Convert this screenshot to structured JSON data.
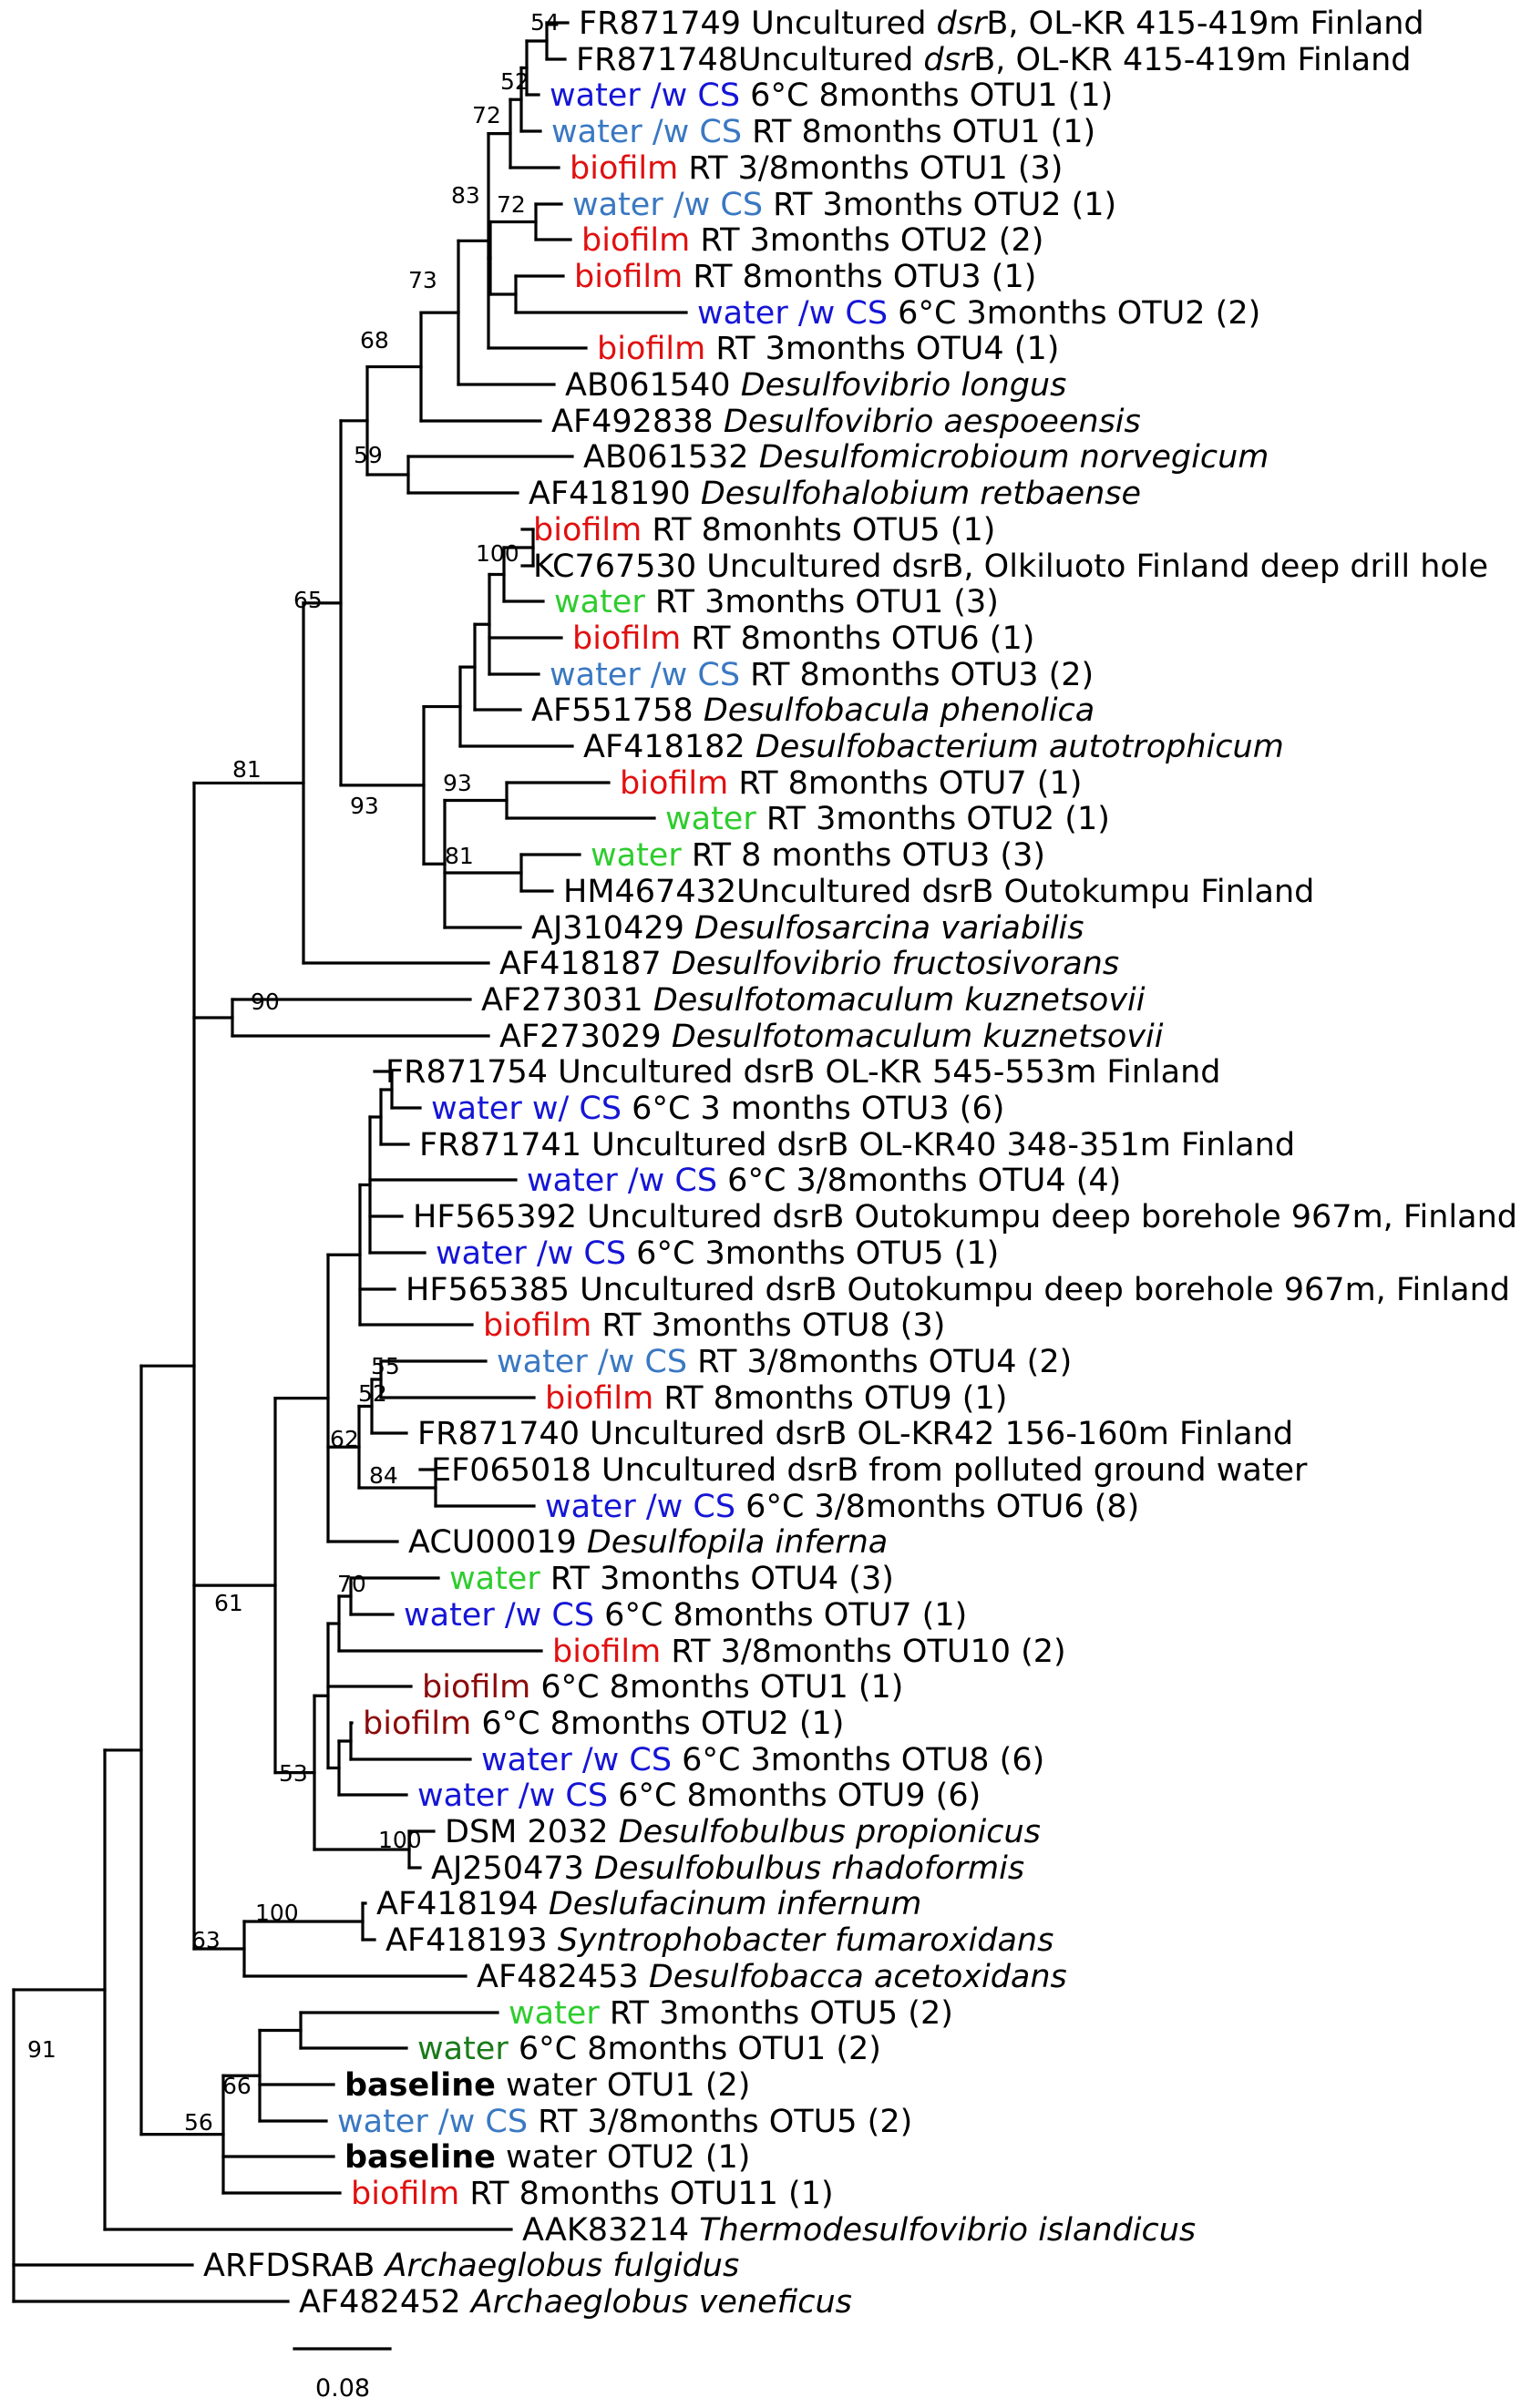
{
  "tree": {
    "colors": {
      "water": "#2ecc2e",
      "water_6C": "#1a7a1a",
      "water_cs": "#1515d6",
      "water_cs_light": "#3a78c2",
      "biofilm": "#e01010",
      "biofilm_6C": "#8b0a0a",
      "black": "#000000"
    },
    "leaves": [
      {
        "id": "L1",
        "parts": [
          {
            "t": "FR871749 Uncultured "
          },
          {
            "t": "dsr",
            "s": "italic"
          },
          {
            "t": "B, OL-KR 415-419m Finland"
          }
        ]
      },
      {
        "id": "L2",
        "parts": [
          {
            "t": "FR871748Uncultured "
          },
          {
            "t": "dsr",
            "s": "italic"
          },
          {
            "t": "B, OL-KR 415-419m Finland"
          }
        ]
      },
      {
        "id": "L3",
        "parts": [
          {
            "t": "water /w CS",
            "c": "water_cs"
          },
          {
            "t": " 6°C 8months OTU1 (1)"
          }
        ]
      },
      {
        "id": "L4",
        "parts": [
          {
            "t": "water /w CS",
            "c": "water_cs_light"
          },
          {
            "t": " RT 8months OTU1 (1)"
          }
        ]
      },
      {
        "id": "L5",
        "parts": [
          {
            "t": "biofilm",
            "c": "biofilm"
          },
          {
            "t": " RT 3/8months OTU1 (3)"
          }
        ]
      },
      {
        "id": "L6",
        "parts": [
          {
            "t": "water /w CS",
            "c": "water_cs_light"
          },
          {
            "t": " RT 3months OTU2 (1)"
          }
        ]
      },
      {
        "id": "L7",
        "parts": [
          {
            "t": "biofilm",
            "c": "biofilm"
          },
          {
            "t": " RT 3months OTU2 (2)"
          }
        ]
      },
      {
        "id": "L8",
        "parts": [
          {
            "t": "biofilm",
            "c": "biofilm"
          },
          {
            "t": " RT 8months OTU3 (1)"
          }
        ]
      },
      {
        "id": "L9",
        "parts": [
          {
            "t": "water /w CS",
            "c": "water_cs"
          },
          {
            "t": " 6°C 3months OTU2 (2)"
          }
        ]
      },
      {
        "id": "L10",
        "parts": [
          {
            "t": "biofilm",
            "c": "biofilm"
          },
          {
            "t": " RT 3months OTU4 (1)"
          }
        ]
      },
      {
        "id": "L11",
        "parts": [
          {
            "t": "AB061540 "
          },
          {
            "t": "Desulfovibrio longus",
            "s": "italic"
          }
        ]
      },
      {
        "id": "L12",
        "parts": [
          {
            "t": "AF492838 "
          },
          {
            "t": "Desulfovibrio aespoeensis",
            "s": "italic"
          }
        ]
      },
      {
        "id": "L13",
        "parts": [
          {
            "t": "AB061532 "
          },
          {
            "t": "Desulfomicrobioum norvegicum",
            "s": "italic"
          }
        ]
      },
      {
        "id": "L14",
        "parts": [
          {
            "t": "AF418190 "
          },
          {
            "t": "Desulfohalobium retbaense",
            "s": "italic"
          }
        ]
      },
      {
        "id": "L15",
        "parts": [
          {
            "t": "biofilm",
            "c": "biofilm"
          },
          {
            "t": " RT 8monhts OTU5 (1)"
          }
        ]
      },
      {
        "id": "L16",
        "parts": [
          {
            "t": "KC767530 Uncultured dsrB, Olkiluoto Finland deep drill hole"
          }
        ]
      },
      {
        "id": "L17",
        "parts": [
          {
            "t": "water",
            "c": "water"
          },
          {
            "t": " RT 3months OTU1 (3)"
          }
        ]
      },
      {
        "id": "L18",
        "parts": [
          {
            "t": "biofilm",
            "c": "biofilm"
          },
          {
            "t": " RT 8months OTU6 (1)"
          }
        ]
      },
      {
        "id": "L19",
        "parts": [
          {
            "t": "water /w CS",
            "c": "water_cs_light"
          },
          {
            "t": " RT 8months OTU3 (2)"
          }
        ]
      },
      {
        "id": "L20",
        "parts": [
          {
            "t": "AF551758 "
          },
          {
            "t": "Desulfobacula phenolica",
            "s": "italic"
          }
        ]
      },
      {
        "id": "L21",
        "parts": [
          {
            "t": "AF418182 "
          },
          {
            "t": "Desulfobacterium autotrophicum",
            "s": "italic"
          }
        ]
      },
      {
        "id": "L22",
        "parts": [
          {
            "t": "biofilm",
            "c": "biofilm"
          },
          {
            "t": " RT 8months OTU7 (1)"
          }
        ]
      },
      {
        "id": "L23",
        "parts": [
          {
            "t": "water",
            "c": "water"
          },
          {
            "t": " RT 3months OTU2 (1)"
          }
        ]
      },
      {
        "id": "L24",
        "parts": [
          {
            "t": "water",
            "c": "water"
          },
          {
            "t": " RT 8 months OTU3 (3)"
          }
        ]
      },
      {
        "id": "L25",
        "parts": [
          {
            "t": "HM467432Uncultured dsrB Outokumpu Finland"
          }
        ]
      },
      {
        "id": "L26",
        "parts": [
          {
            "t": "AJ310429 "
          },
          {
            "t": "Desulfosarcina variabilis",
            "s": "italic"
          }
        ]
      },
      {
        "id": "L27",
        "parts": [
          {
            "t": "AF418187 "
          },
          {
            "t": "Desulfovibrio fructosivorans",
            "s": "italic"
          }
        ]
      },
      {
        "id": "L28",
        "parts": [
          {
            "t": "AF273031 "
          },
          {
            "t": "Desulfotomaculum kuznetsovii",
            "s": "italic"
          }
        ]
      },
      {
        "id": "L29",
        "parts": [
          {
            "t": "AF273029 "
          },
          {
            "t": "Desulfotomaculum kuznetsovii",
            "s": "italic"
          }
        ]
      },
      {
        "id": "L30",
        "parts": [
          {
            "t": "FR871754 Uncultured dsrB OL-KR 545-553m Finland"
          }
        ]
      },
      {
        "id": "L31",
        "parts": [
          {
            "t": "water w/ CS",
            "c": "water_cs"
          },
          {
            "t": " 6°C 3 months OTU3 (6)"
          }
        ]
      },
      {
        "id": "L32",
        "parts": [
          {
            "t": "FR871741 Uncultured dsrB OL-KR40 348-351m Finland"
          }
        ]
      },
      {
        "id": "L33",
        "parts": [
          {
            "t": "water /w CS",
            "c": "water_cs"
          },
          {
            "t": " 6°C 3/8months OTU4 (4)"
          }
        ]
      },
      {
        "id": "L34",
        "parts": [
          {
            "t": "HF565392 Uncultured dsrB Outokumpu deep borehole 967m, Finland"
          }
        ]
      },
      {
        "id": "L35",
        "parts": [
          {
            "t": "water /w CS",
            "c": "water_cs"
          },
          {
            "t": " 6°C 3months OTU5 (1)"
          }
        ]
      },
      {
        "id": "L36",
        "parts": [
          {
            "t": "HF565385 Uncultured dsrB Outokumpu deep borehole 967m, Finland"
          }
        ]
      },
      {
        "id": "L37",
        "parts": [
          {
            "t": "biofilm",
            "c": "biofilm"
          },
          {
            "t": " RT 3months OTU8 (3)"
          }
        ]
      },
      {
        "id": "L38",
        "parts": [
          {
            "t": "water /w CS",
            "c": "water_cs_light"
          },
          {
            "t": " RT 3/8months OTU4 (2)"
          }
        ]
      },
      {
        "id": "L39",
        "parts": [
          {
            "t": "biofilm",
            "c": "biofilm"
          },
          {
            "t": " RT 8months OTU9 (1)"
          }
        ]
      },
      {
        "id": "L40",
        "parts": [
          {
            "t": "FR871740 Uncultured dsrB OL-KR42 156-160m Finland"
          }
        ]
      },
      {
        "id": "L41",
        "parts": [
          {
            "t": "EF065018 Uncultured dsrB from polluted ground water"
          }
        ]
      },
      {
        "id": "L42",
        "parts": [
          {
            "t": "water /w CS",
            "c": "water_cs"
          },
          {
            "t": " 6°C 3/8months OTU6 (8)"
          }
        ]
      },
      {
        "id": "L43",
        "parts": [
          {
            "t": "ACU00019 "
          },
          {
            "t": "Desulfopila inferna",
            "s": "italic"
          }
        ]
      },
      {
        "id": "L44",
        "parts": [
          {
            "t": "water",
            "c": "water"
          },
          {
            "t": " RT 3months OTU4 (3)"
          }
        ]
      },
      {
        "id": "L45",
        "parts": [
          {
            "t": "water /w CS",
            "c": "water_cs"
          },
          {
            "t": " 6°C 8months OTU7 (1)"
          }
        ]
      },
      {
        "id": "L46",
        "parts": [
          {
            "t": "biofilm",
            "c": "biofilm"
          },
          {
            "t": " RT 3/8months OTU10 (2)"
          }
        ]
      },
      {
        "id": "L47",
        "parts": [
          {
            "t": "biofilm",
            "c": "biofilm_6C"
          },
          {
            "t": " 6°C 8months OTU1 (1)"
          }
        ]
      },
      {
        "id": "L48",
        "parts": [
          {
            "t": "biofilm",
            "c": "biofilm_6C"
          },
          {
            "t": " 6°C 8months OTU2 (1)"
          }
        ]
      },
      {
        "id": "L49",
        "parts": [
          {
            "t": "water /w CS",
            "c": "water_cs"
          },
          {
            "t": " 6°C 3months OTU8 (6)"
          }
        ]
      },
      {
        "id": "L50",
        "parts": [
          {
            "t": "water /w CS",
            "c": "water_cs"
          },
          {
            "t": " 6°C 8months OTU9 (6)"
          }
        ]
      },
      {
        "id": "L51",
        "parts": [
          {
            "t": "DSM 2032 "
          },
          {
            "t": "Desulfobulbus propionicus",
            "s": "italic"
          }
        ]
      },
      {
        "id": "L52",
        "parts": [
          {
            "t": "AJ250473 "
          },
          {
            "t": "Desulfobulbus rhadoformis",
            "s": "italic"
          }
        ]
      },
      {
        "id": "L53",
        "parts": [
          {
            "t": "AF418194 "
          },
          {
            "t": "Deslufacinum infernum",
            "s": "italic"
          }
        ]
      },
      {
        "id": "L54",
        "parts": [
          {
            "t": "AF418193 "
          },
          {
            "t": "Syntrophobacter fumaroxidans",
            "s": "italic"
          }
        ]
      },
      {
        "id": "L55",
        "parts": [
          {
            "t": "AF482453 "
          },
          {
            "t": "Desulfobacca acetoxidans",
            "s": "italic"
          }
        ]
      },
      {
        "id": "L56",
        "parts": [
          {
            "t": "water",
            "c": "water"
          },
          {
            "t": " RT 3months OTU5 (2)"
          }
        ]
      },
      {
        "id": "L57",
        "parts": [
          {
            "t": "water",
            "c": "water_6C"
          },
          {
            "t": " 6°C 8months OTU1 (2)"
          }
        ]
      },
      {
        "id": "L58",
        "parts": [
          {
            "t": "baseline",
            "s": "bold"
          },
          {
            "t": " water OTU1 (2)"
          }
        ]
      },
      {
        "id": "L59",
        "parts": [
          {
            "t": "water /w CS",
            "c": "water_cs_light"
          },
          {
            "t": " RT 3/8months OTU5 (2)"
          }
        ]
      },
      {
        "id": "L60",
        "parts": [
          {
            "t": "baseline",
            "s": "bold"
          },
          {
            "t": " water OTU2 (1)"
          }
        ]
      },
      {
        "id": "L61",
        "parts": [
          {
            "t": "biofilm",
            "c": "biofilm"
          },
          {
            "t": " RT 8months OTU11 (1)"
          }
        ]
      },
      {
        "id": "L62",
        "parts": [
          {
            "t": "AAK83214 "
          },
          {
            "t": "Thermodesulfovibrio islandicus",
            "s": "italic"
          }
        ]
      },
      {
        "id": "L63",
        "parts": [
          {
            "t": "ARFDSRAB "
          },
          {
            "t": "Archaeglobus fulgidus",
            "s": "italic"
          }
        ]
      },
      {
        "id": "L64",
        "parts": [
          {
            "t": "AF482452 "
          },
          {
            "t": "Archaeglobus veneficus",
            "s": "italic"
          }
        ]
      }
    ],
    "bootstrap": [
      {
        "node": "N54",
        "value": "54"
      },
      {
        "node": "N52",
        "value": "52"
      },
      {
        "node": "N72a",
        "value": "72"
      },
      {
        "node": "N72b",
        "value": "72"
      },
      {
        "node": "N83",
        "value": "83"
      },
      {
        "node": "N73",
        "value": "73"
      },
      {
        "node": "N68",
        "value": "68"
      },
      {
        "node": "N59",
        "value": "59"
      },
      {
        "node": "N100a",
        "value": "100"
      },
      {
        "node": "N65",
        "value": "65"
      },
      {
        "node": "N93a",
        "value": "93"
      },
      {
        "node": "N81a",
        "value": "81"
      },
      {
        "node": "N93b",
        "value": "93"
      },
      {
        "node": "N81b",
        "value": "81"
      },
      {
        "node": "N90",
        "value": "90"
      },
      {
        "node": "N55",
        "value": "55"
      },
      {
        "node": "N52b",
        "value": "52"
      },
      {
        "node": "N62",
        "value": "62"
      },
      {
        "node": "N84",
        "value": "84"
      },
      {
        "node": "N70",
        "value": "70"
      },
      {
        "node": "N61",
        "value": "61"
      },
      {
        "node": "N53",
        "value": "53"
      },
      {
        "node": "N100b",
        "value": "100"
      },
      {
        "node": "N100c",
        "value": "100"
      },
      {
        "node": "N63",
        "value": "63"
      },
      {
        "node": "N66",
        "value": "66"
      },
      {
        "node": "N56",
        "value": "56"
      },
      {
        "node": "N91",
        "value": "91"
      }
    ],
    "scale_bar": {
      "label": "0.08"
    }
  }
}
